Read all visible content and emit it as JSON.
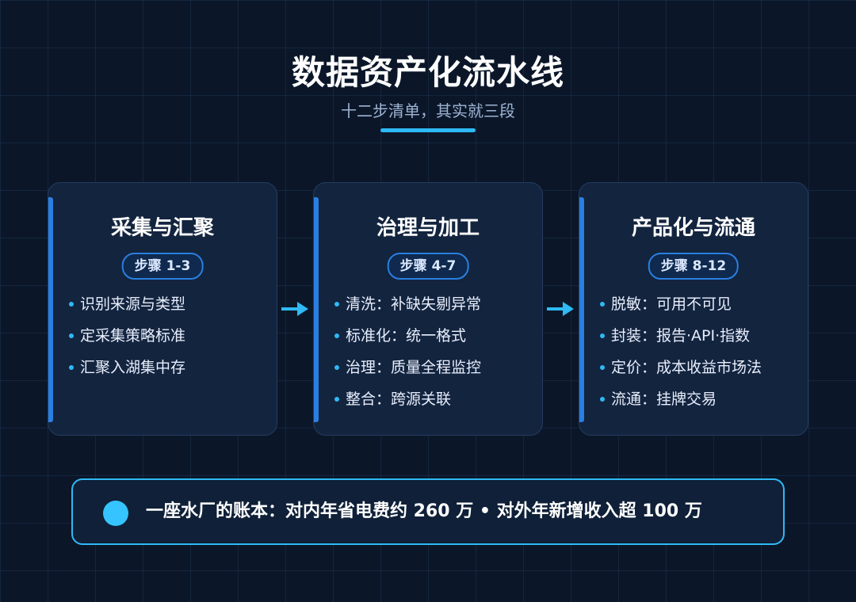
{
  "header": {
    "title": "数据资产化流水线",
    "subtitle": "十二步清单，其实就三段"
  },
  "stages": [
    {
      "title": "采集与汇聚",
      "badge": "步骤 1-3",
      "items": [
        "识别来源与类型",
        "定采集策略标准",
        "汇聚入湖集中存"
      ]
    },
    {
      "title": "治理与加工",
      "badge": "步骤 4-7",
      "items": [
        "清洗：补缺失剔异常",
        "标准化：统一格式",
        "治理：质量全程监控",
        "整合：跨源关联"
      ]
    },
    {
      "title": "产品化与流通",
      "badge": "步骤 8-12",
      "items": [
        "脱敏：可用不可见",
        "封装：报告·API·指数",
        "定价：成本收益市场法",
        "流通：挂牌交易"
      ]
    }
  ],
  "footer": {
    "text": "一座水厂的账本：对内年省电费约 260 万 • 对外年新增收入超 100 万"
  },
  "colors": {
    "accent": "#2fb9f5",
    "card_bar": "#2a7fe0",
    "background": "#0b1729"
  }
}
